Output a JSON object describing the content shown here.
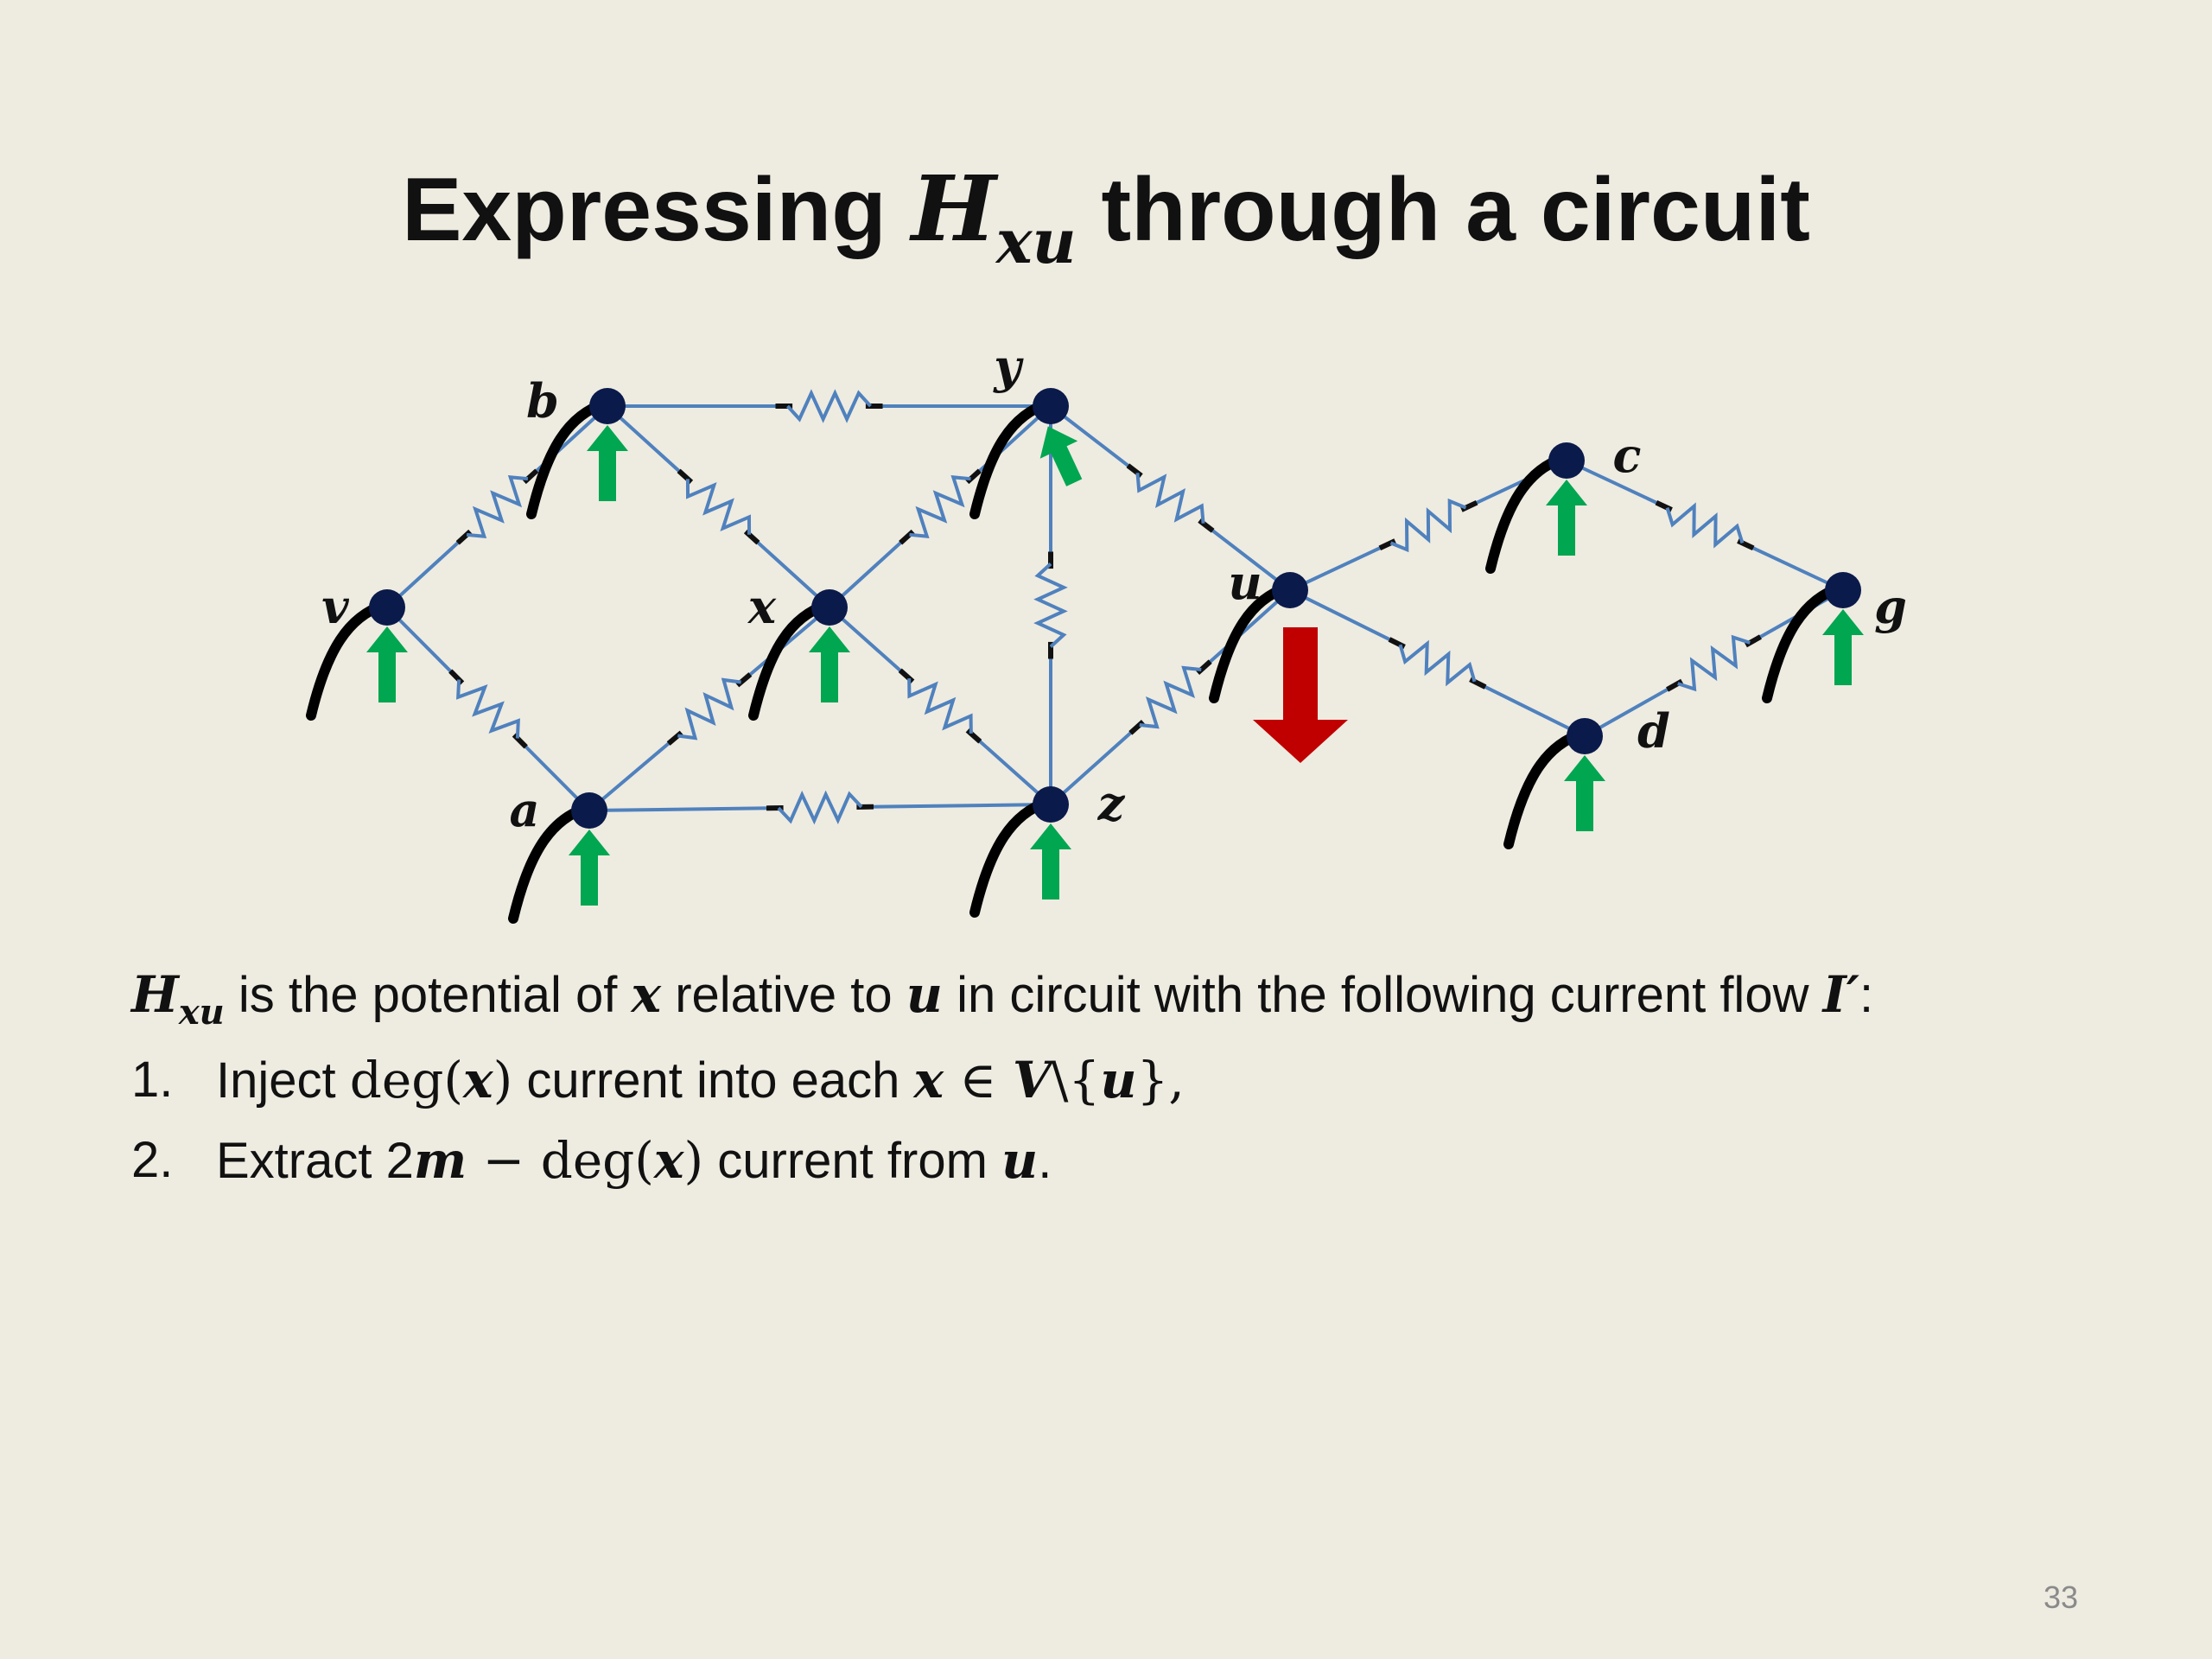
{
  "title": {
    "prefix": "Expressing ",
    "math_H": "H",
    "math_sub": "xu",
    "suffix": " through a circuit"
  },
  "diagram": {
    "nodes": [
      {
        "id": "b",
        "label": "b"
      },
      {
        "id": "y",
        "label": "y"
      },
      {
        "id": "v",
        "label": "v"
      },
      {
        "id": "x",
        "label": "x"
      },
      {
        "id": "a",
        "label": "a"
      },
      {
        "id": "z",
        "label": "z"
      },
      {
        "id": "u",
        "label": "u"
      },
      {
        "id": "c",
        "label": "c"
      },
      {
        "id": "g",
        "label": "g"
      },
      {
        "id": "d",
        "label": "d"
      }
    ],
    "edges": [
      [
        "b",
        "y"
      ],
      [
        "v",
        "b"
      ],
      [
        "b",
        "x"
      ],
      [
        "x",
        "y"
      ],
      [
        "y",
        "u"
      ],
      [
        "y",
        "z"
      ],
      [
        "v",
        "a"
      ],
      [
        "a",
        "x"
      ],
      [
        "x",
        "z"
      ],
      [
        "a",
        "z"
      ],
      [
        "z",
        "u"
      ],
      [
        "u",
        "c"
      ],
      [
        "u",
        "d"
      ],
      [
        "c",
        "g"
      ],
      [
        "d",
        "g"
      ]
    ],
    "sink_node": "u",
    "colors": {
      "edge": "#4f81bd",
      "node": "#0a1a4a",
      "inject_arrow": "#00a650",
      "extract_arrow": "#c00000",
      "wire": "#000000"
    }
  },
  "body": {
    "line1": {
      "H": "H",
      "H_sub": "xu",
      "t1": " is the potential of ",
      "x": "x",
      "t2": " relative to ",
      "u": "u",
      "t3": " in circuit with the following current flow ",
      "I": "I′",
      "t4": ":"
    },
    "item1": {
      "num": "1.",
      "t1": "Inject ",
      "deg": "deg(",
      "x": "x",
      "close": ")",
      "t2": " current into each ",
      "x2": "x",
      "t3": " ∈ ",
      "V": "V",
      "t4": "\\{",
      "u": "u",
      "t5": "},"
    },
    "item2": {
      "num": "2.",
      "t1": "Extract  2",
      "m": "m",
      "t2": " − deg(",
      "x": "x",
      "t3": ")",
      "t4": " current from ",
      "u": "u",
      "t5": "."
    }
  },
  "page_number": "33"
}
